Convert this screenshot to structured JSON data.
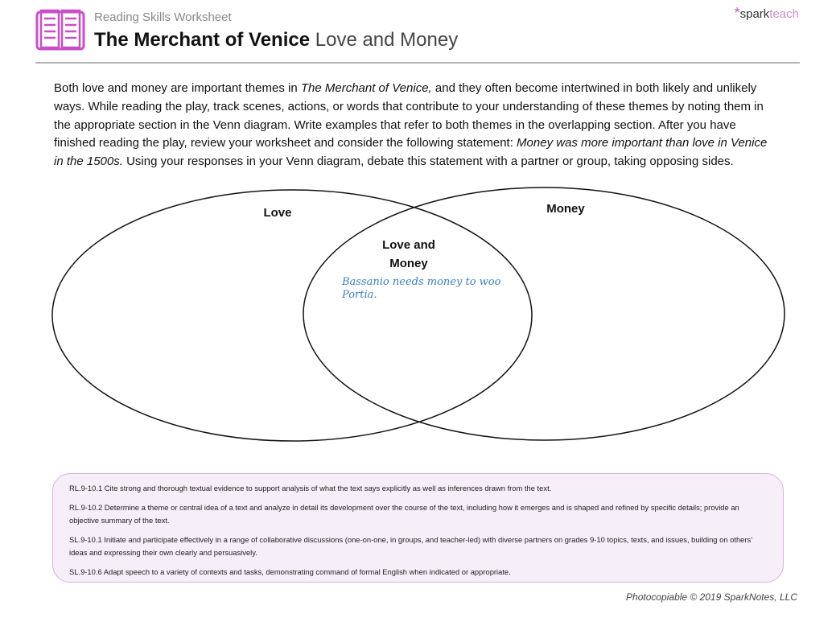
{
  "header": {
    "kicker": "Reading Skills Worksheet",
    "title_bold": "The Merchant of Venice",
    "title_rest": "Love and Money",
    "logo_spark": "spark",
    "logo_teach": "teach",
    "logo_asterisk": "*"
  },
  "intro": {
    "p1": "Both love and money are important themes in ",
    "p1_italic": "The Merchant of Venice,",
    "p2": " and they often become intertwined in both likely and unlikely ways. While reading the play, track scenes, actions, or words that contribute to your understanding of these themes by noting them in the appropriate section in the Venn diagram. Write examples that refer to both themes in the overlapping section. After you have finished reading the play, review your worksheet and consider the following statement: ",
    "statement_italic": "Money was more important than love in Venice in the 1500s.",
    "p3": " Using your responses in your Venn diagram, debate this statement with a partner or group, taking opposing sides."
  },
  "venn": {
    "left_label": "Love",
    "right_label": "Money",
    "overlap_label_1": "Love and",
    "overlap_label_2": "Money",
    "overlap_answer": "Bassanio needs money to woo Portia."
  },
  "standards": [
    "RL.9-10.1 Cite strong and thorough textual evidence to support analysis of what the text says explicitly as well as inferences drawn from the text.",
    "RL.9-10.2 Determine a theme or central idea of a text and analyze in detail its development over the course of the text, including how it emerges and is shaped and refined by specific details; provide an objective summary of the text.",
    "SL.9-10.1 Initiate and participate effectively in a range of collaborative discussions (one-on-one, in groups, and teacher-led) with diverse partners on grades 9-10 topics, texts, and issues, building on others' ideas and expressing their own clearly and persuasively.",
    "SL.9-10.6 Adapt speech to a variety of contexts and tasks, demonstrating command of formal English when indicated or appropriate."
  ],
  "footer": "Photocopiable © 2019 SparkNotes, LLC",
  "colors": {
    "brand": "#c94fc9",
    "answer": "#3a7fc1",
    "box_bg": "#f6eef8"
  }
}
